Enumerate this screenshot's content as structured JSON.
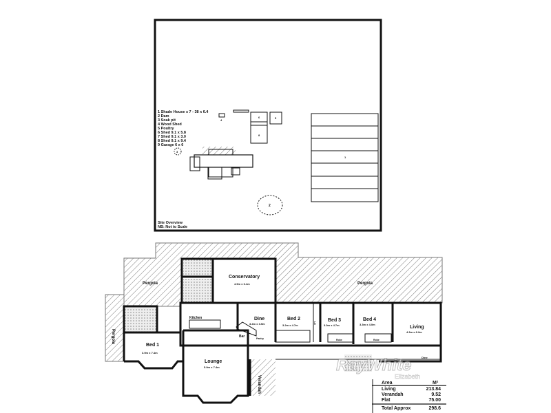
{
  "site": {
    "legend": [
      "1  Shade House x 7 - 38 x 6.4",
      "2  Dam",
      "3  Soak pit",
      "4  Wood Shed",
      "5  Poultry",
      "6  Shed 9.1 x 5.8",
      "7  Shed 9.1 x 3.0",
      "8  Shed 9.1 x 9.4",
      "9  Garage 6 x 6"
    ],
    "markers": [
      "1",
      "2",
      "3",
      "4",
      "5",
      "6",
      "7",
      "8",
      "9"
    ],
    "caption": "Site Overview",
    "note": "NB: Not to Scale"
  },
  "plan": {
    "pergola_top": "Pergola",
    "pergola_right": "Pergola",
    "pergola_left": "Pergola",
    "rooms": [
      {
        "name": "Conservatory",
        "size": "4.9m x 6.1m"
      },
      {
        "name": "Kitchen",
        "size": ""
      },
      {
        "name": "Dine",
        "size": "3.4m x 3.5m"
      },
      {
        "name": "Bed 2",
        "size": "3.2m x 4.7m"
      },
      {
        "name": "Bed 3",
        "size": "3.0m x 4.7m"
      },
      {
        "name": "Bed 4",
        "size": "3.3m x 4.0m"
      },
      {
        "name": "Living",
        "size": "4.3m x 6.2m"
      },
      {
        "name": "Bed 1",
        "size": "3.9m x 7.4m"
      },
      {
        "name": "Lounge",
        "size": "5.9m x 7.4m"
      },
      {
        "name": "Verandah",
        "size": ""
      },
      {
        "name": "Bar",
        "size": ""
      },
      {
        "name": "Dine",
        "size": ""
      }
    ],
    "minor": {
      "robe": "Robe",
      "robe2": "Robe",
      "pantry": "Pantry",
      "linen": "Lin"
    }
  },
  "area_table": {
    "header": [
      "Area",
      "M²"
    ],
    "rows": [
      {
        "label": "Living",
        "value": "213.84"
      },
      {
        "label": "Verandah",
        "value": "9.52"
      },
      {
        "label": "Flat",
        "value": "75.00"
      }
    ],
    "total": {
      "label": "Total Approx",
      "value": "298.6"
    }
  },
  "watermark": {
    "brand": "RayWhite",
    "office": "Elizabeth"
  }
}
